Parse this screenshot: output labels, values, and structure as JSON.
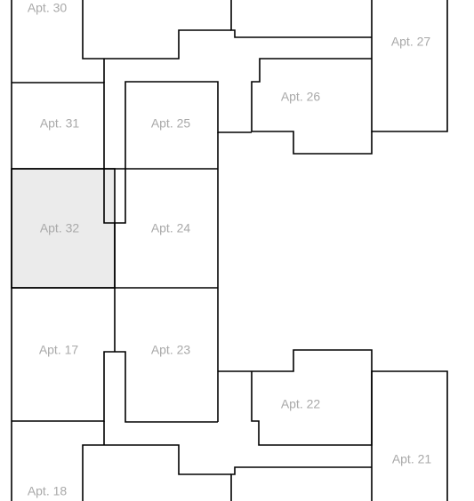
{
  "floor_plan": {
    "colors": {
      "background": "#ffffff",
      "wall": "#000000",
      "label": "#a9a9a9",
      "highlight_fill": "#ebebeb"
    },
    "units": [
      {
        "id": "apt-30",
        "label": "Apt. 30",
        "highlighted": false
      },
      {
        "id": "apt-27",
        "label": "Apt. 27",
        "highlighted": false
      },
      {
        "id": "apt-26",
        "label": "Apt. 26",
        "highlighted": false
      },
      {
        "id": "apt-31",
        "label": "Apt. 31",
        "highlighted": false
      },
      {
        "id": "apt-25",
        "label": "Apt. 25",
        "highlighted": false
      },
      {
        "id": "apt-32",
        "label": "Apt. 32",
        "highlighted": true
      },
      {
        "id": "apt-24",
        "label": "Apt. 24",
        "highlighted": false
      },
      {
        "id": "apt-17",
        "label": "Apt. 17",
        "highlighted": false
      },
      {
        "id": "apt-23",
        "label": "Apt. 23",
        "highlighted": false
      },
      {
        "id": "apt-22",
        "label": "Apt. 22",
        "highlighted": false
      },
      {
        "id": "apt-21",
        "label": "Apt. 21",
        "highlighted": false
      },
      {
        "id": "apt-18",
        "label": "Apt. 18",
        "highlighted": false
      }
    ]
  }
}
